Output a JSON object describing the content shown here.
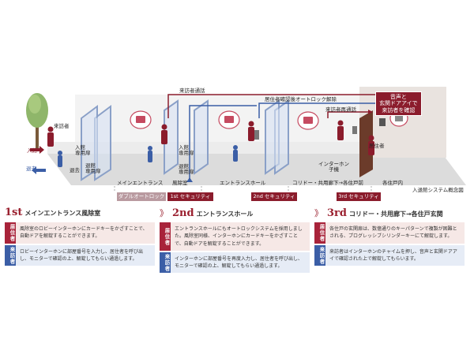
{
  "title": "入退館システム概念図",
  "flow": {
    "visitor_call": "来訪者通話",
    "resident_unlock": "居住者確認後オートロック解除",
    "visitor_recall": "来訪者再通話",
    "voice_video": "音声と\n玄関ドアアイで\n来訪者を確認"
  },
  "people": {
    "visitor": "来訪者",
    "resident": "居住者"
  },
  "entry": {
    "enter": "入館",
    "exit": "退去",
    "enter_only": "入館\n専用扉",
    "exit_only": "退館\n専用扉",
    "enter_only2": "入館\n専用扉",
    "exit_only2": "退館\n専用扉"
  },
  "devices": {
    "intercom": "インターホン\n子機"
  },
  "zones": [
    "メインエントランス",
    "風除室",
    "エントランスホール",
    "コリドー・共用廊下→各住戸前",
    "各住戸内"
  ],
  "security_bars": [
    {
      "label": "ダブルオートロック",
      "color": "#b99aa0"
    },
    {
      "label": "1st セキュリティ",
      "color": "#8b1c2c"
    },
    {
      "label": "2nd セキュリティ",
      "color": "#8b1c2c"
    },
    {
      "label": "3rd セキュリティ",
      "color": "#8b1c2c"
    }
  ],
  "panels": [
    {
      "num": "1st",
      "arrow": "",
      "title": "メインエントランス風除室",
      "res_tag": "居住者",
      "res_text": "風除室のロビーインターホンにカードキーをかざすことで、自動ドアを解錠することができます。",
      "vis_tag": "来訪者",
      "vis_text": "ロビーインターホンに部屋番号を入力し、居住者を呼び出し、モニターで確認の上、解錠してもらい通過します。"
    },
    {
      "num": "2nd",
      "arrow": "》",
      "title": "エントランスホール",
      "res_tag": "居住者",
      "res_text": "エントランスホールにもオートロックシステムを採用しました。風除室同様、インターホンにカードキーをかざすことで、自動ドアを解錠することができます。",
      "vis_tag": "来訪者",
      "vis_text": "インターホンに部屋番号を再度入力し、居住者を呼び出し、モニターで確認の上、解錠してもらい通過します。"
    },
    {
      "num": "3rd",
      "arrow": "》",
      "title": "コリドー・共用廊下→各住戸玄関",
      "res_tag": "居住者",
      "res_text": "各住戸の玄関扉は、数億通りのキーパターンで複製が困難とされる、プログレッシブシリンダーキーにて解錠します。",
      "vis_tag": "来訪者",
      "vis_text": "来訪者はインターホンのチャイムを押し、音声と玄関ドアアイで確認された上で解錠してもらいます。"
    }
  ],
  "colors": {
    "accent": "#8b1c2c",
    "accent_light": "#b99aa0",
    "resident_tag": "#a8233a",
    "visitor_tag": "#3b5ea6",
    "resident_bg": "#f6e8e6",
    "visitor_bg": "#e6ecf6"
  }
}
